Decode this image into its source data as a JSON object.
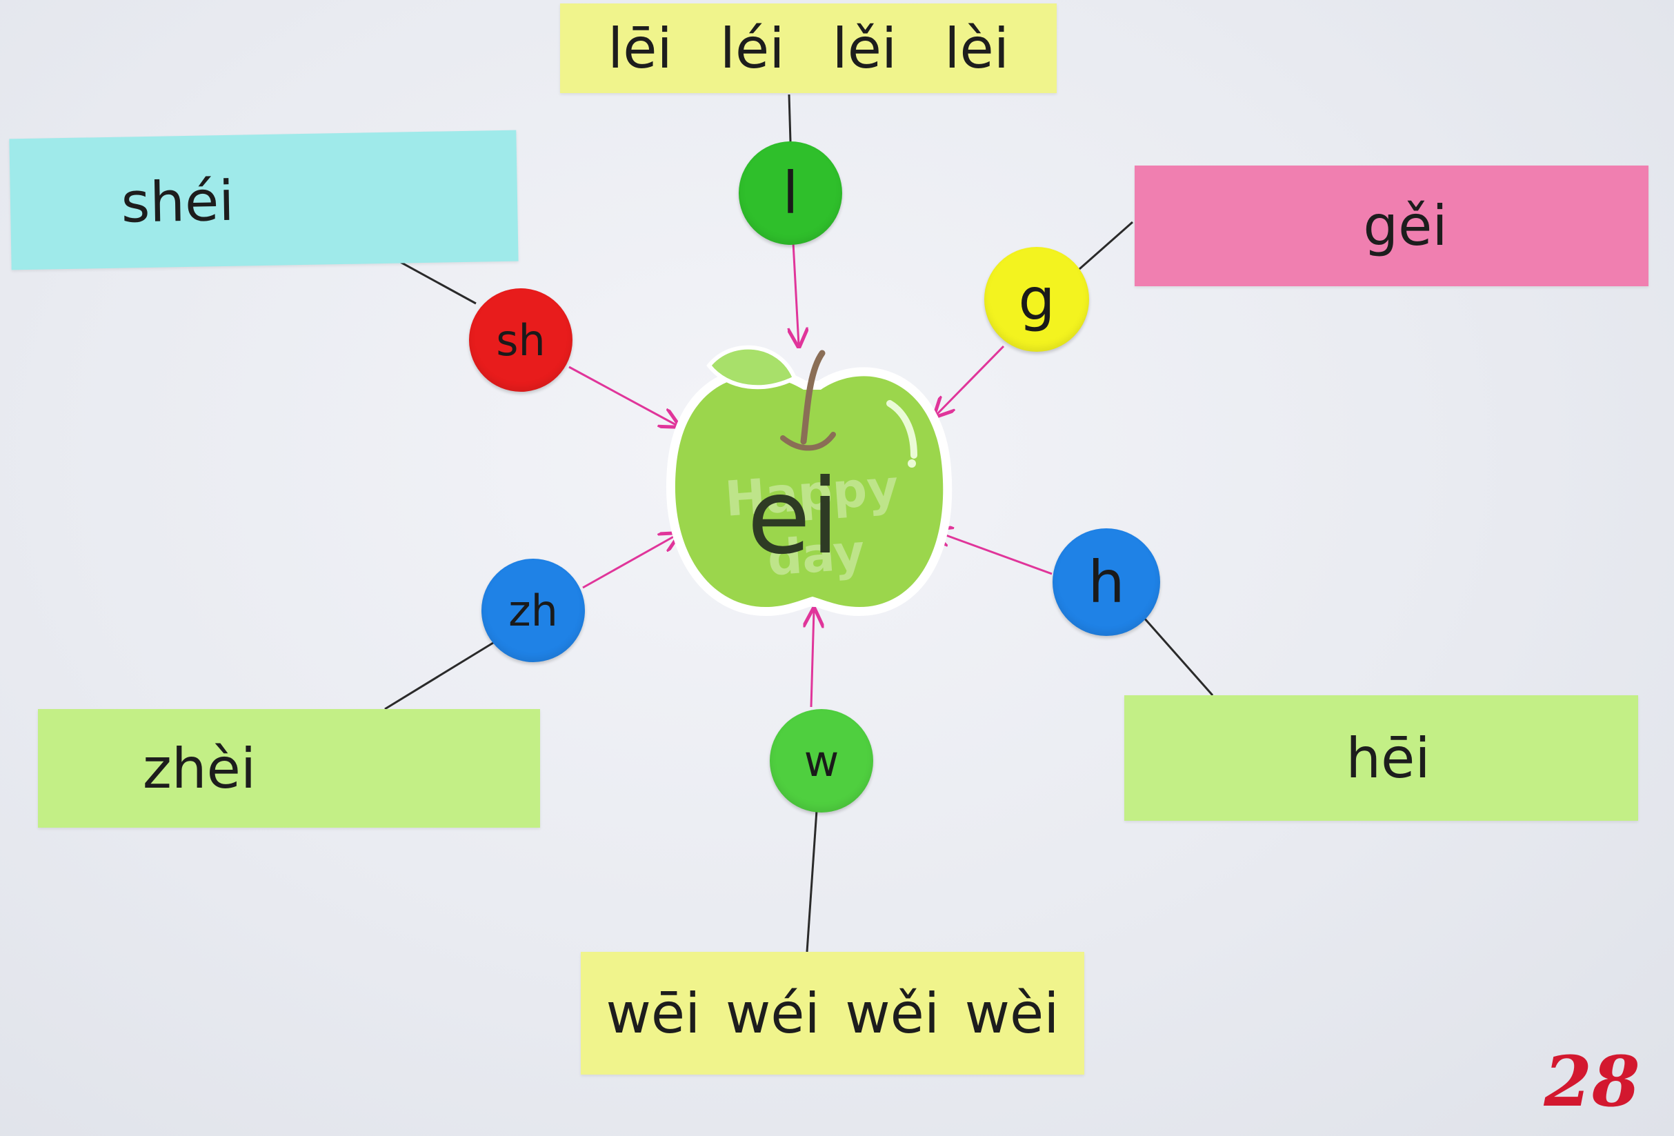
{
  "center": {
    "final": "ei",
    "watermark": [
      "Happy",
      "day"
    ]
  },
  "initials": {
    "l": {
      "label": "l",
      "color": "#2fbf2b"
    },
    "sh": {
      "label": "sh",
      "color": "#e81c1c"
    },
    "g": {
      "label": "g",
      "color": "#f3f31f"
    },
    "zh": {
      "label": "zh",
      "color": "#1f82e6"
    },
    "h": {
      "label": "h",
      "color": "#1f82e6"
    },
    "w": {
      "label": "w",
      "color": "#4fcf3f"
    }
  },
  "cards": {
    "top": {
      "syllables": [
        "lēi",
        "léi",
        "lěi",
        "lèi"
      ],
      "color": "#f0f48c"
    },
    "top_left": {
      "syllables": [
        "shéi"
      ],
      "color": "#9feaea"
    },
    "top_right": {
      "syllables": [
        "gěi"
      ],
      "color": "#f07fb0"
    },
    "bottom_left": {
      "syllables": [
        "zhèi"
      ],
      "color": "#c3ef86"
    },
    "bottom_right": {
      "syllables": [
        "hēi"
      ],
      "color": "#c3ef86"
    },
    "bottom": {
      "syllables": [
        "wēi",
        "wéi",
        "wěi",
        "wèi"
      ],
      "color": "#f0f48c"
    }
  },
  "page_number": "28",
  "colors": {
    "arrow": "#e0359a",
    "line": "#2a2a2a",
    "apple": "#9bd64c",
    "leaf": "#a8e06a"
  }
}
